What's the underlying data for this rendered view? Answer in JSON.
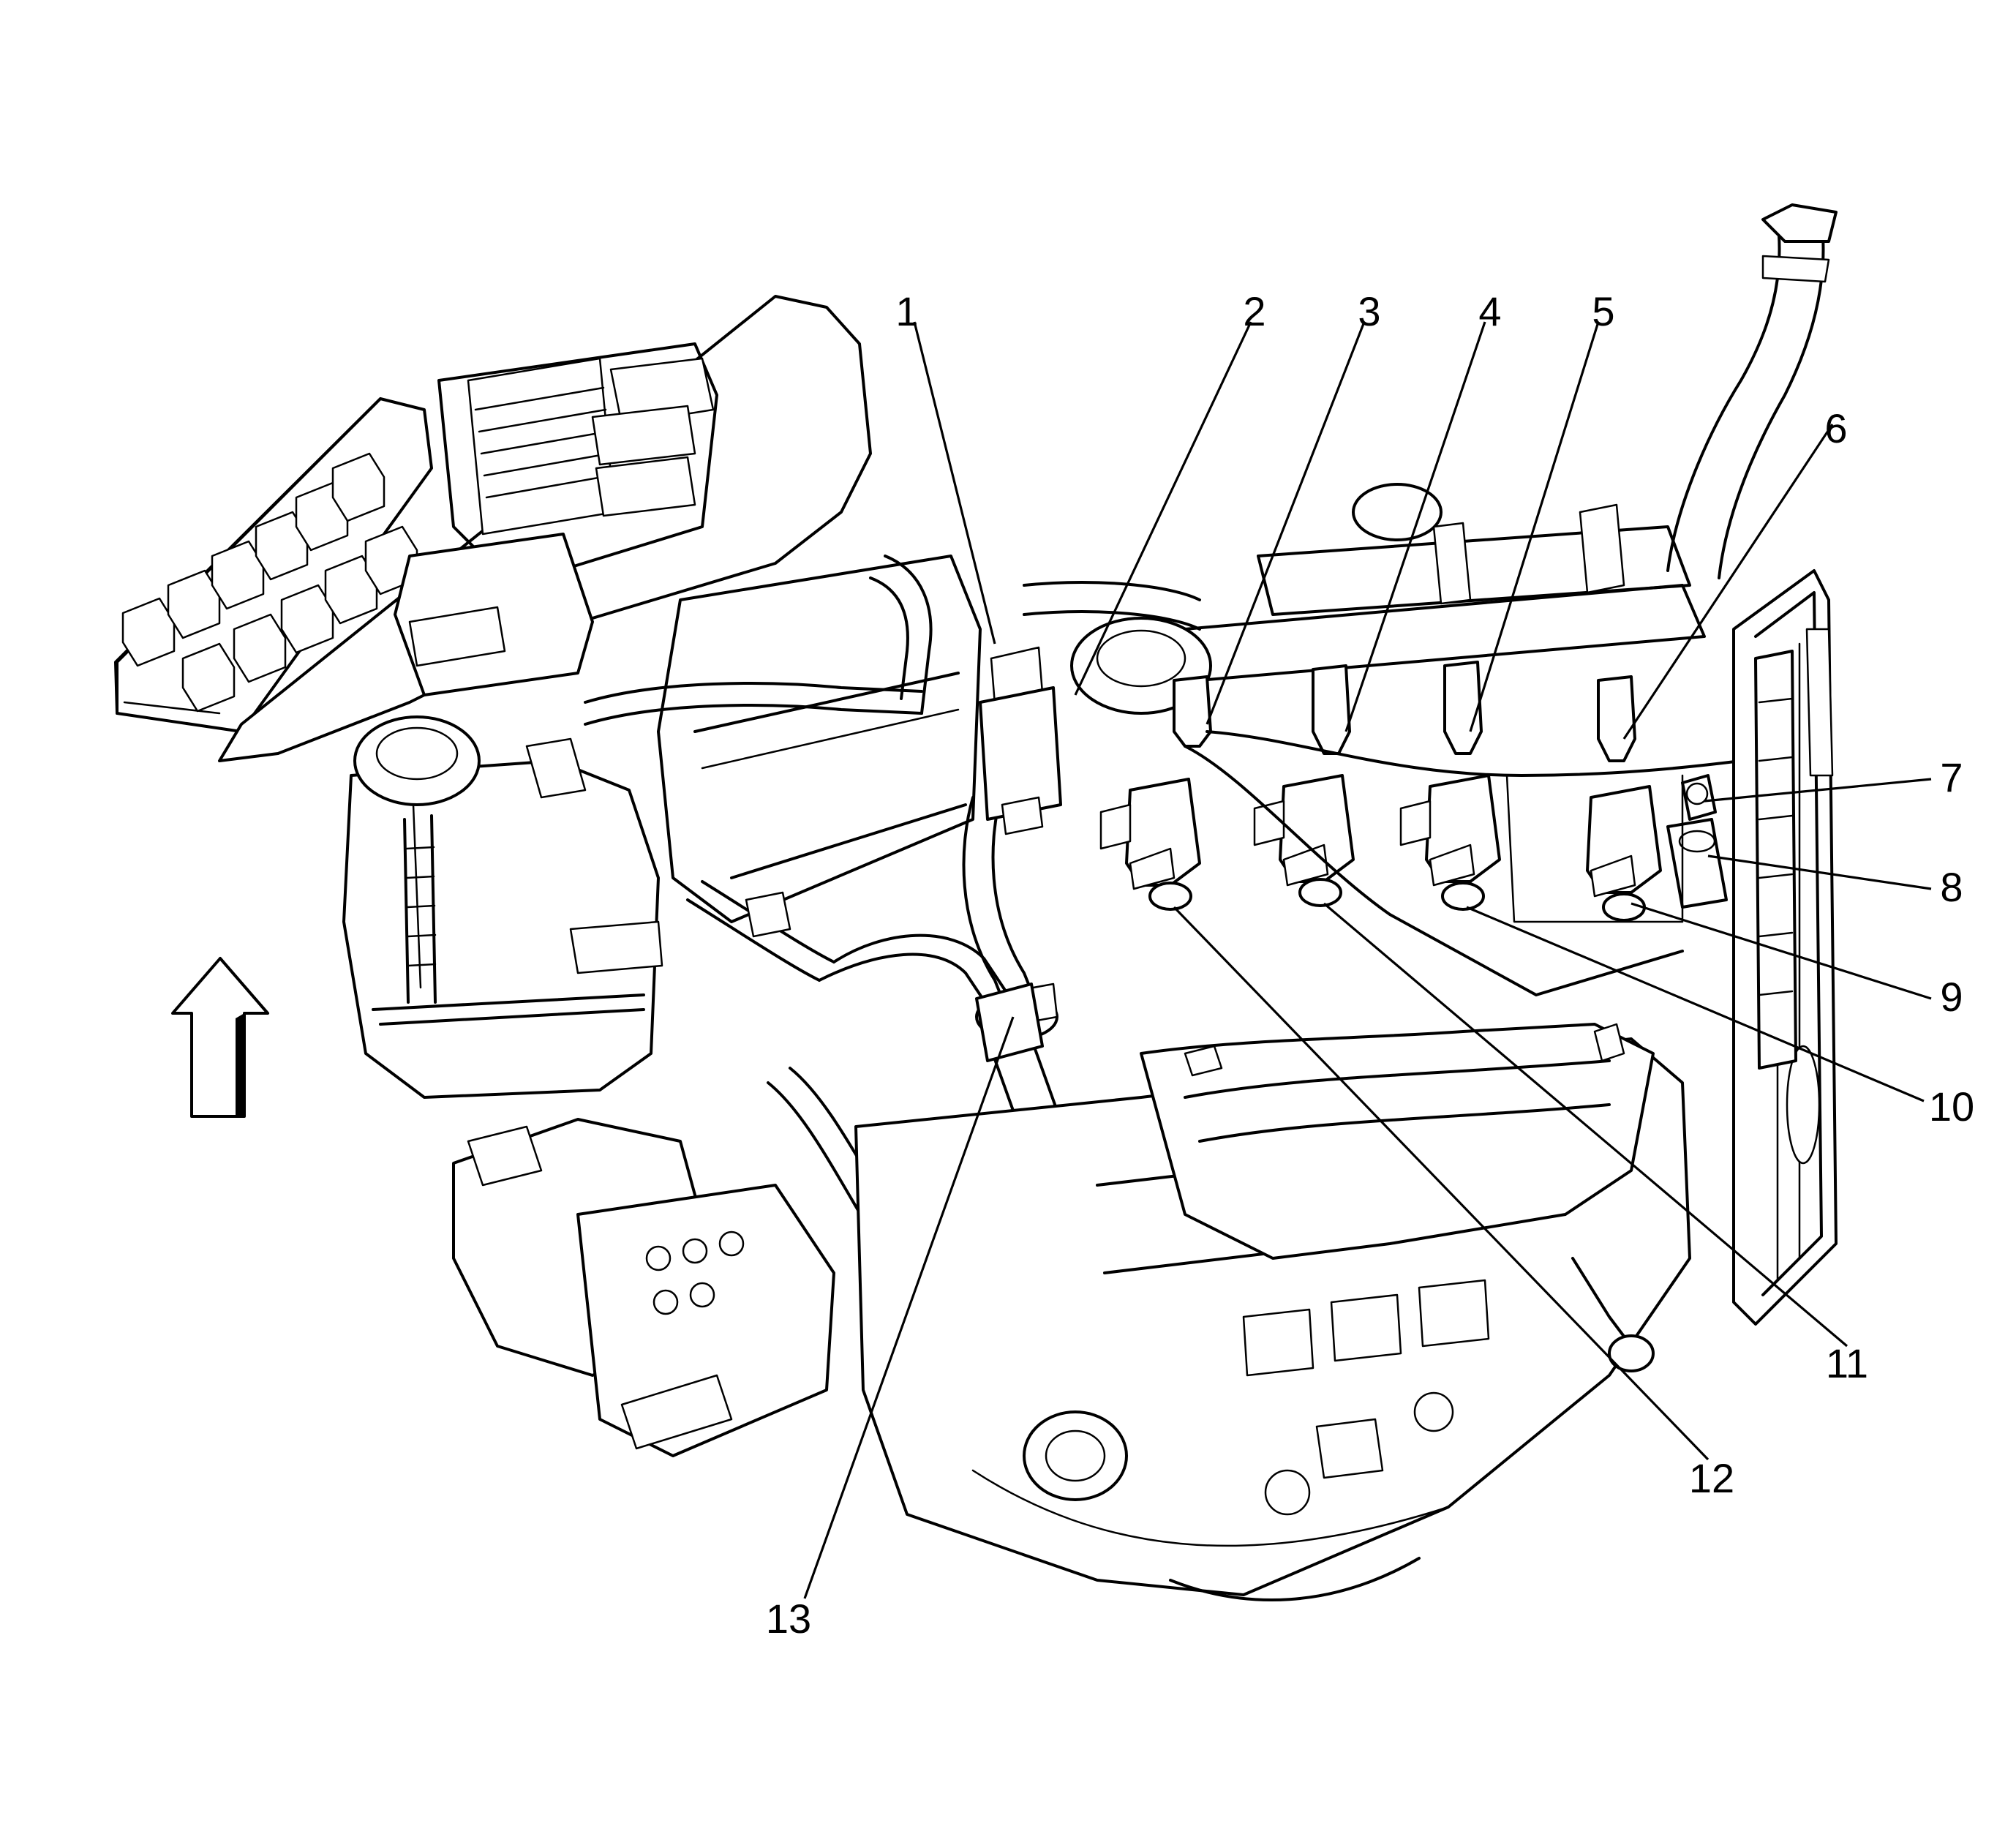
{
  "callouts": [
    {
      "id": "1",
      "label": "1"
    },
    {
      "id": "2",
      "label": "2"
    },
    {
      "id": "3",
      "label": "3"
    },
    {
      "id": "4",
      "label": "4"
    },
    {
      "id": "5",
      "label": "5"
    },
    {
      "id": "6",
      "label": "6"
    },
    {
      "id": "7",
      "label": "7"
    },
    {
      "id": "8",
      "label": "8"
    },
    {
      "id": "9",
      "label": "9"
    },
    {
      "id": "10",
      "label": "10"
    },
    {
      "id": "11",
      "label": "11"
    },
    {
      "id": "12",
      "label": "12"
    },
    {
      "id": "13",
      "label": "13"
    }
  ],
  "orientation_arrow": {
    "icon": "up-arrow-icon",
    "meaning": "front of vehicle"
  },
  "colors": {
    "line": "#000000",
    "background": "#ffffff"
  }
}
